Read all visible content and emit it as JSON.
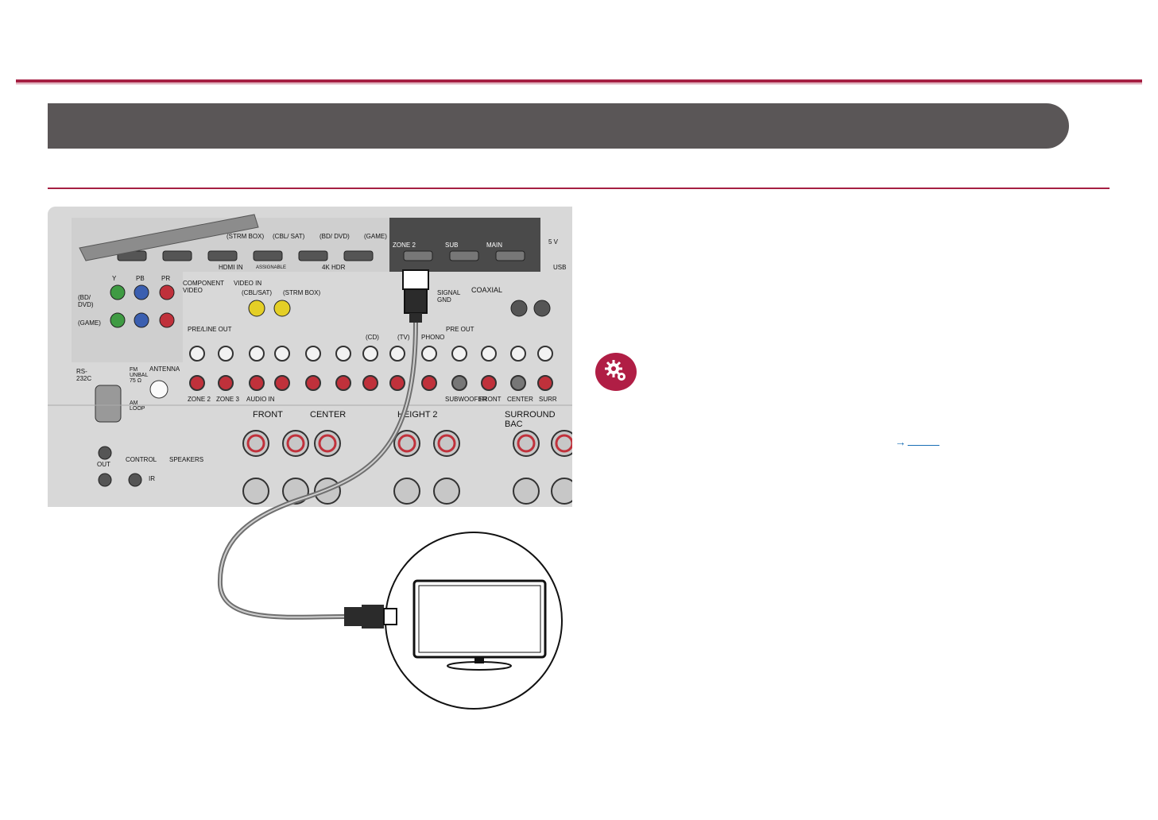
{
  "panel_labels": {
    "hdmi_in": "HDMI IN",
    "assignable": "ASSIGNABLE",
    "k4hdr": "4K HDR",
    "strm_box": "(STRM BOX)",
    "cbl_sat": "(CBL/ SAT)",
    "bd_dvd": "(BD/ DVD)",
    "game": "(GAME)",
    "zone2": "ZONE 2",
    "sub": "SUB",
    "main": "MAIN",
    "usb": "USB",
    "five_v": "5 V",
    "signal_gnd": "SIGNAL GND",
    "component_video": "COMPONENT VIDEO",
    "video_in": "VIDEO IN",
    "cbl_sat2": "(CBL/SAT)",
    "strm_box2": "(STRM BOX)",
    "coaxial": "COAXIAL",
    "pre_line_out": "PRE/LINE OUT",
    "pre_out": "PRE OUT",
    "audio_in": "AUDIO IN",
    "zone2b": "ZONE 2",
    "zone3": "ZONE 3",
    "cd": "(CD)",
    "tv": "(TV)",
    "phono": "PHONO",
    "subwoofer": "SUBWOOFER",
    "front": "FRONT",
    "center": "CENTER",
    "surr": "SURR",
    "rs232c": "RS-232C",
    "antenna": "ANTENNA",
    "fm": "FM UNBAL 75 Ω",
    "am": "AM LOOP",
    "control": "CONTROL",
    "speakers": "SPEAKERS",
    "ir": "IR",
    "out": "OUT",
    "front_sp": "FRONT",
    "center_sp": "CENTER",
    "height2": "HEIGHT 2",
    "surround_back": "SURROUND BAC",
    "y": "Y",
    "pb": "PB",
    "pr": "PR",
    "bd_dvd_in": "(BD/ DVD)",
    "game_in": "(GAME)"
  },
  "link": {
    "arrow": "→"
  },
  "colors": {
    "accent": "#a61f43",
    "banner": "#5a5657",
    "link": "#1a6fb5"
  },
  "icons": [
    "setup-gear-icon",
    "hdmi-plug-icon",
    "tv-icon"
  ]
}
